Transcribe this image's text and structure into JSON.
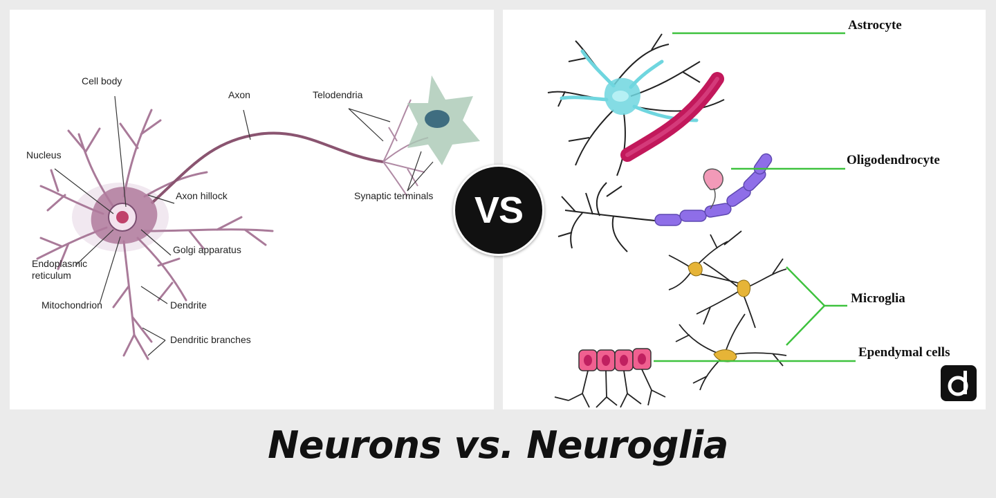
{
  "neuron": {
    "labels": {
      "cell_body": "Cell body",
      "axon": "Axon",
      "telodendria": "Telodendria",
      "nucleus": "Nucleus",
      "axon_hillock": "Axon hillock",
      "synaptic_terminals": "Synaptic terminals",
      "golgi_apparatus": "Golgi apparatus",
      "endoplasmic_reticulum_line1": "Endoplasmic",
      "endoplasmic_reticulum_line2": "reticulum",
      "mitochondrion": "Mitochondrion",
      "dendrite": "Dendrite",
      "dendritic_branches": "Dendritic branches"
    }
  },
  "vs_badge": "VS",
  "neuroglia": {
    "labels": {
      "astrocyte": "Astrocyte",
      "oligodendrocyte": "Oligodendrocyte",
      "microglia": "Microglia",
      "ependymal_cells": "Ependymal cells"
    }
  },
  "title": "Neurons vs. Neuroglia",
  "colors": {
    "background": "#ebebeb",
    "panel": "#ffffff",
    "neuron_body": "#b07a9c",
    "axon": "#8a5470",
    "astrocyte": "#5fd3dd",
    "blood_vessel": "#c2185b",
    "myelin": "#8e6ee8",
    "microglia": "#e6b437",
    "ependymal": "#f06090",
    "leader_line": "#3ec23e"
  },
  "icons": [
    "vs-circle-icon",
    "logo-icon"
  ]
}
